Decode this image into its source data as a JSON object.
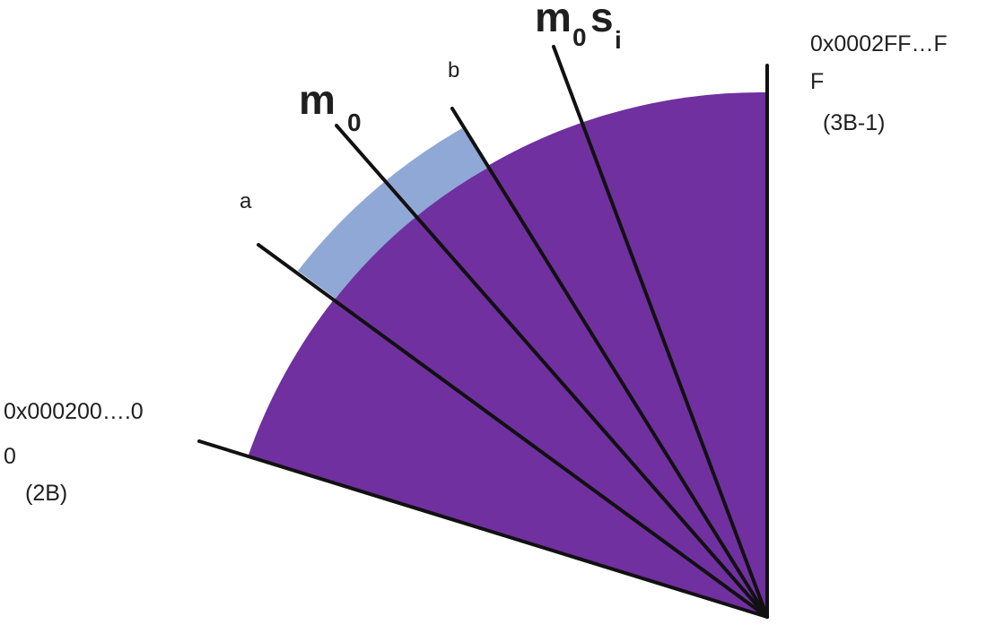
{
  "colors": {
    "sector": "#7030A0",
    "highlight": "#8FA8D6",
    "lines": "#111111",
    "text": "#1f1f1f"
  },
  "labels": {
    "start_value_line1": "0x000200….0",
    "start_value_line2": "0",
    "start_value_note": "(2B)",
    "end_value_line1": "0x0002FF…F",
    "end_value_line2": "F",
    "end_value_note": "(3B-1)",
    "a": "a",
    "b": "b",
    "m0_main": "m",
    "m0_sub": "0",
    "m0si_main_m": "m",
    "m0si_sub_0": "0",
    "m0si_main_s": "s",
    "m0si_sub_i": "i"
  }
}
